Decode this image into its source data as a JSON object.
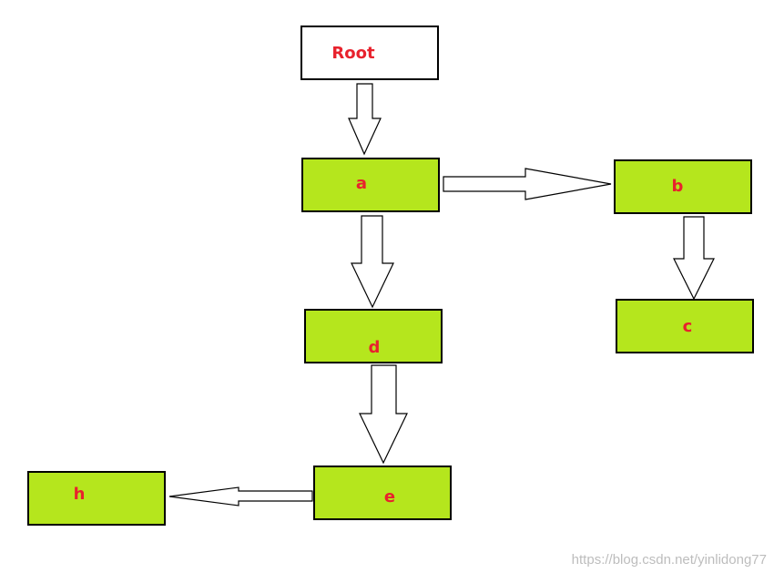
{
  "diagram": {
    "colors": {
      "node_fill": "#b5e61d",
      "root_fill": "#ffffff",
      "label": "#e8222d",
      "stroke": "#000000",
      "arrow_fill": "#ffffff"
    },
    "nodes": {
      "root": "Root",
      "a": "a",
      "b": "b",
      "c": "c",
      "d": "d",
      "e": "e",
      "h": "h"
    }
  },
  "watermark": "https://blog.csdn.net/yinlidong77"
}
